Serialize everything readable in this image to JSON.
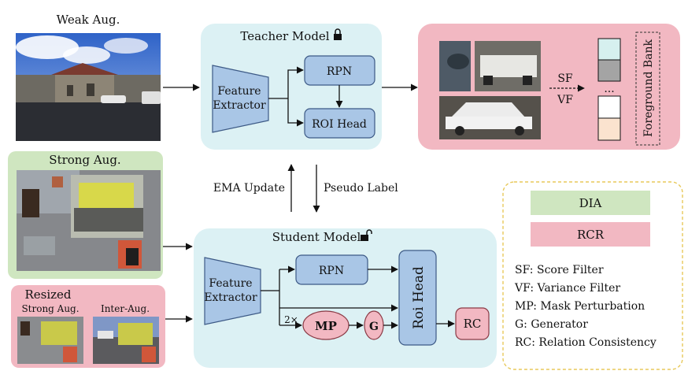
{
  "inputs": {
    "weak_aug_title": "Weak Aug.",
    "strong_aug_title": "Strong Aug.",
    "resized_title": "Resized",
    "resized_strong_label": "Strong Aug.",
    "resized_inter_label": "Inter-Aug."
  },
  "teacher": {
    "title": "Teacher Model",
    "feature_extractor_line1": "Feature",
    "feature_extractor_line2": "Extractor",
    "rpn": "RPN",
    "roi_head": "ROI Head",
    "lock_icon": "lock-closed-icon"
  },
  "middle": {
    "ema_update": "EMA Update",
    "pseudo_label": "Pseudo Label"
  },
  "student": {
    "title": "Student Model",
    "feature_extractor_line1": "Feature",
    "feature_extractor_line2": "Extractor",
    "rpn": "RPN",
    "roi_head": "Roi Head",
    "multiplier": "2×",
    "mp": "MP",
    "g": "G",
    "rc": "RC",
    "lock_icon": "lock-open-icon"
  },
  "foreground": {
    "sf": "SF",
    "vf": "VF",
    "ellipsis": "...",
    "bank_label": "Foreground Bank"
  },
  "legend": {
    "dia": "DIA",
    "rcr": "RCR",
    "items": [
      "SF: Score Filter",
      "VF: Variance Filter",
      "MP: Mask Perturbation",
      "G: Generator",
      "RC: Relation Consistency"
    ]
  },
  "colors": {
    "model_bg": "#dcf1f4",
    "block_blue": "#a9c6e6",
    "block_stroke": "#3d5a86",
    "dia_green": "#cfe6c0",
    "rcr_pink": "#f2b8c2",
    "legend_border": "#e8c95a",
    "bank_teal": "#d6f0ef",
    "bank_grey": "#a4a4a4",
    "bank_peach": "#fbe3cf"
  }
}
